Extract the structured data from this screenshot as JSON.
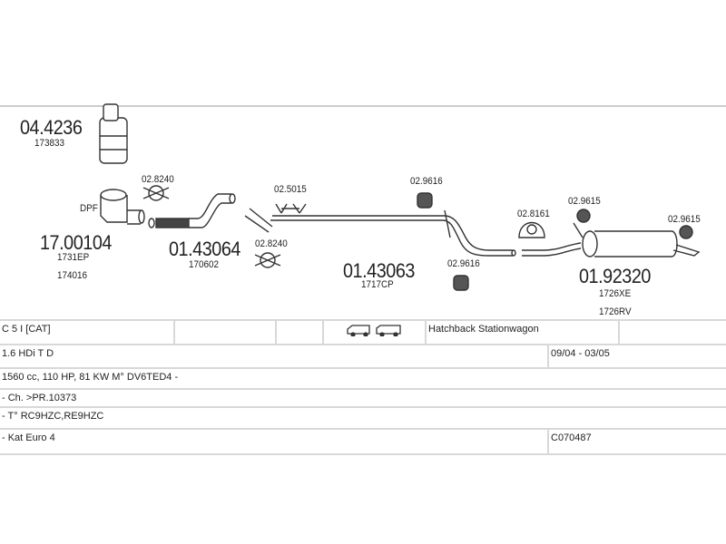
{
  "diagram": {
    "parts": [
      {
        "number": "04.4236",
        "refs": [
          "173833"
        ]
      },
      {
        "number": "17.00104",
        "refs": [
          "1731EP",
          "174016"
        ],
        "tag": "DPF"
      },
      {
        "number": "01.43064",
        "refs": [
          "170602"
        ]
      },
      {
        "number": "01.43063",
        "refs": [
          "1717CP"
        ]
      },
      {
        "number": "01.92320",
        "refs": [
          "1726XE",
          "1726RV"
        ]
      }
    ],
    "fittings": {
      "clamp_a": "02.8240",
      "clamp_b": "02.8240",
      "hanger_a": "02.5015",
      "hanger_b": "02.9616",
      "hanger_c": "02.9616",
      "hanger_d": "02.8161",
      "hanger_e": "02.9615",
      "hanger_f": "02.9615"
    }
  },
  "table": {
    "model": "C 5 I [CAT]",
    "body_types": "Hatchback Stationwagon",
    "engine": "1.6 HDi T D",
    "dates": "09/04 - 03/05",
    "specs": "1560 cc, 110 HP, 81 KW M° DV6TED4 -",
    "chassis": "- Ch. >PR.10373",
    "type_codes": "- T° RC9HZC,RE9HZC",
    "emission": "- Kat Euro 4",
    "code": "C070487"
  }
}
